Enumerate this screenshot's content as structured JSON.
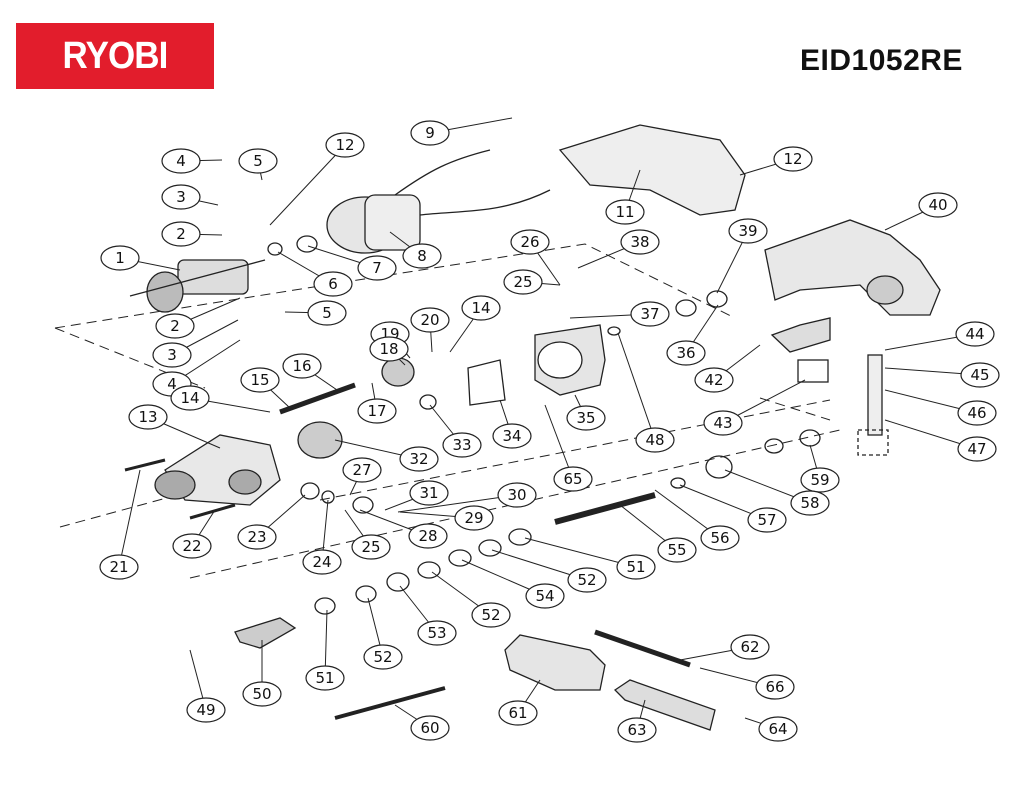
{
  "header": {
    "brand": "RYOBI",
    "model": "EID1052RE"
  },
  "colors": {
    "brand_red": "#e21d2c",
    "line": "#111111"
  },
  "callouts": [
    "4",
    "5",
    "12",
    "3",
    "2",
    "1",
    "9",
    "11",
    "12",
    "40",
    "39",
    "26",
    "38",
    "25",
    "6",
    "7",
    "8",
    "5",
    "2",
    "3",
    "4",
    "37",
    "14",
    "20",
    "19",
    "18",
    "16",
    "36",
    "42",
    "44",
    "45",
    "15",
    "17",
    "14",
    "13",
    "35",
    "48",
    "33",
    "34",
    "46",
    "43",
    "47",
    "32",
    "65",
    "59",
    "58",
    "27",
    "31",
    "30",
    "29",
    "57",
    "23",
    "28",
    "56",
    "55",
    "22",
    "24",
    "25",
    "51",
    "52",
    "21",
    "54",
    "52",
    "53",
    "62",
    "52",
    "51",
    "50",
    "66",
    "49",
    "61",
    "63",
    "60",
    "64"
  ]
}
